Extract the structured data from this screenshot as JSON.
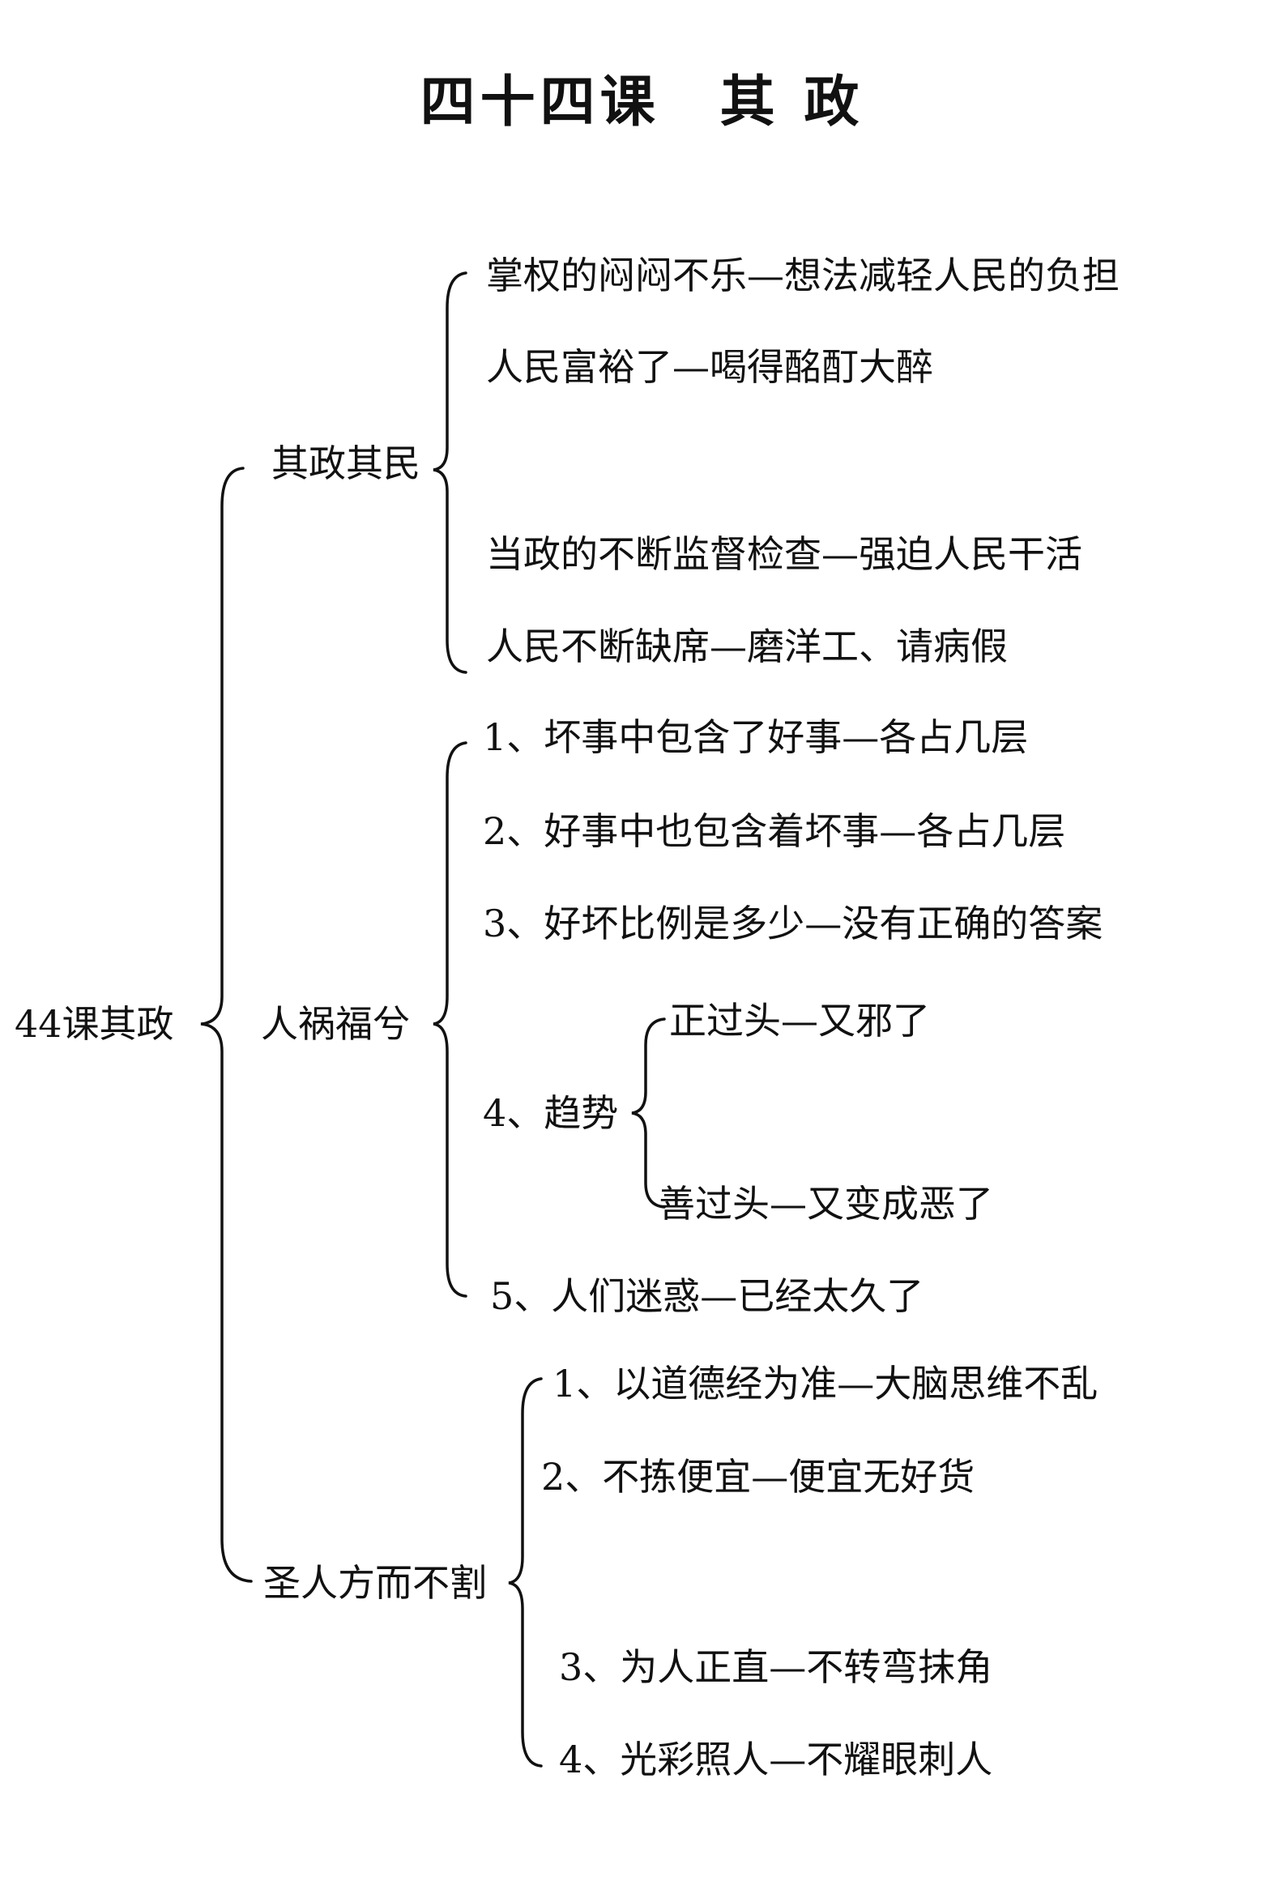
{
  "title": "四十四课　其 政",
  "root": "44课其政",
  "branches": [
    {
      "label": "其政其民",
      "items": [
        "掌权的闷闷不乐—想法减轻人民的负担",
        "人民富裕了—喝得酩酊大醉",
        "当政的不断监督检查—强迫人民干活",
        "人民不断缺席—磨洋工、请病假"
      ]
    },
    {
      "label": "人祸福兮",
      "items": [
        "1、坏事中包含了好事—各占几层",
        "2、好事中也包含着坏事—各占几层",
        "3、好坏比例是多少—没有正确的答案",
        "4、趋势",
        "5、人们迷惑—已经太久了"
      ],
      "sub": [
        "正过头—又邪了",
        "善过头—又变成恶了"
      ]
    },
    {
      "label": "圣人方而不割",
      "items": [
        "1、以道德经为准—大脑思维不乱",
        "2、不拣便宜—便宜无好货",
        "3、为人正直—不转弯抹角",
        "4、光彩照人—不耀眼刺人"
      ]
    }
  ]
}
